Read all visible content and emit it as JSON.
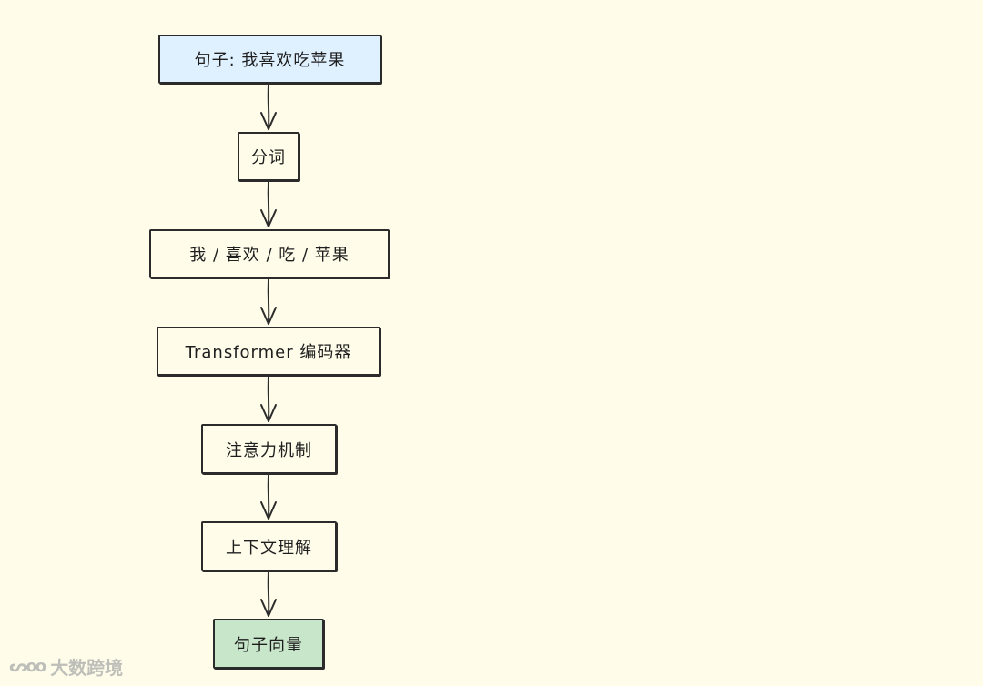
{
  "nodes": [
    {
      "id": "sentence",
      "label": "句子: 我喜欢吃苹果",
      "fill": "#dff0ff"
    },
    {
      "id": "tokenize",
      "label": "分词",
      "fill": "#fffdea"
    },
    {
      "id": "tokens",
      "label": "我 / 喜欢 / 吃 / 苹果",
      "fill": "#fffdea"
    },
    {
      "id": "encoder",
      "label": "Transformer 编码器",
      "fill": "#fffdea"
    },
    {
      "id": "attention",
      "label": "注意力机制",
      "fill": "#fffdea"
    },
    {
      "id": "context",
      "label": "上下文理解",
      "fill": "#fffdea"
    },
    {
      "id": "vector",
      "label": "句子向量",
      "fill": "#c8e6c9"
    }
  ],
  "edges": [
    [
      "sentence",
      "tokenize"
    ],
    [
      "tokenize",
      "tokens"
    ],
    [
      "tokens",
      "encoder"
    ],
    [
      "encoder",
      "attention"
    ],
    [
      "attention",
      "context"
    ],
    [
      "context",
      "vector"
    ]
  ],
  "watermark": {
    "logo": "ᔕoo",
    "text": "大数跨境"
  },
  "colors": {
    "background": "#fffdea",
    "stroke": "#2b2b2b",
    "input_fill": "#dff0ff",
    "output_fill": "#c8e6c9"
  }
}
